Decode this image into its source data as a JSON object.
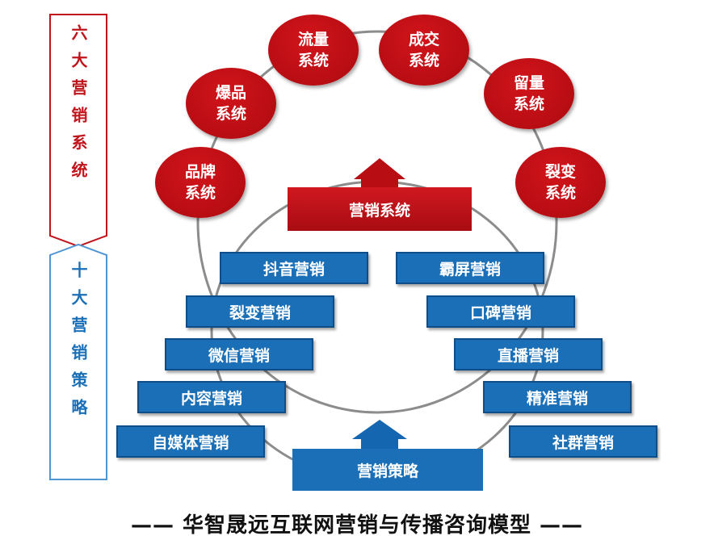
{
  "side_labels": {
    "systems": "六大营销系统",
    "strategies": "十大营销策略"
  },
  "systems": [
    {
      "line1": "品牌",
      "line2": "系统"
    },
    {
      "line1": "爆品",
      "line2": "系统"
    },
    {
      "line1": "流量",
      "line2": "系统"
    },
    {
      "line1": "成交",
      "line2": "系统"
    },
    {
      "line1": "留量",
      "line2": "系统"
    },
    {
      "line1": "裂变",
      "line2": "系统"
    }
  ],
  "center_system_label": "营销系统",
  "strategies_left": [
    "抖音营销",
    "裂变营销",
    "微信营销",
    "内容营销",
    "自媒体营销"
  ],
  "strategies_right": [
    "霸屏营销",
    "口碑营销",
    "直播营销",
    "精准营销",
    "社群营销"
  ],
  "center_strategy_label": "营销策略",
  "footer_title": "—— 华智晟远互联网营销与传播咨询模型 ——",
  "colors": {
    "red": "#c0141b",
    "blue": "#1a6fb7",
    "ring": "#8c8c8c"
  }
}
